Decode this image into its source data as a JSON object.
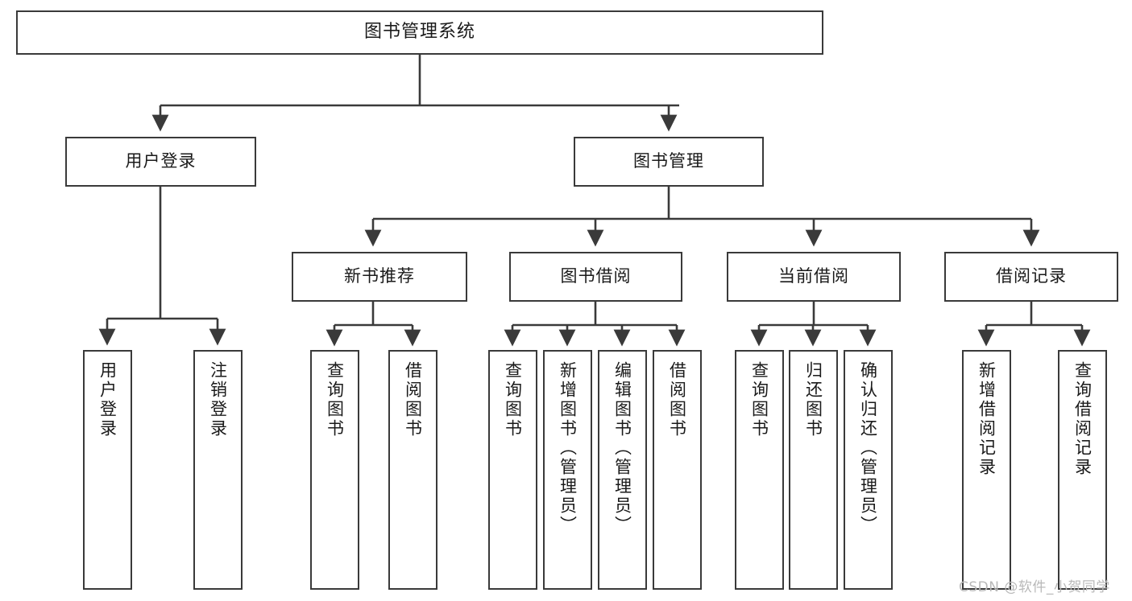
{
  "diagram": {
    "title": "图书管理系统",
    "type": "hierarchy-tree",
    "watermark": "CSDN @软件_小贺同学",
    "colors": {
      "border": "#3a3a3a",
      "background": "#ffffff",
      "text": "#1a1a1a",
      "edge": "#3a3a3a",
      "watermark": "#b9b9b9"
    }
  },
  "nodes": {
    "root": {
      "label": "图书管理系统",
      "level": 1
    },
    "level2": [
      {
        "id": "user-login",
        "label": "用户登录"
      },
      {
        "id": "book-manage",
        "label": "图书管理"
      }
    ],
    "level3": [
      {
        "id": "new-book-recommend",
        "label": "新书推荐",
        "parent": "book-manage"
      },
      {
        "id": "book-borrow",
        "label": "图书借阅",
        "parent": "book-manage"
      },
      {
        "id": "current-borrow",
        "label": "当前借阅",
        "parent": "book-manage"
      },
      {
        "id": "borrow-record",
        "label": "借阅记录",
        "parent": "book-manage"
      }
    ],
    "leaves": [
      {
        "id": "leaf-user-login",
        "label": "用户登录",
        "parent": "user-login"
      },
      {
        "id": "leaf-user-logout",
        "label": "注销登录",
        "parent": "user-login"
      },
      {
        "id": "leaf-query-book-1",
        "label": "查询图书",
        "parent": "new-book-recommend"
      },
      {
        "id": "leaf-borrow-book-1",
        "label": "借阅图书",
        "parent": "new-book-recommend"
      },
      {
        "id": "leaf-query-book-2",
        "label": "查询图书",
        "parent": "book-borrow"
      },
      {
        "id": "leaf-add-book",
        "label": "新增图书（管理员）",
        "parent": "book-borrow"
      },
      {
        "id": "leaf-edit-book",
        "label": "编辑图书（管理员）",
        "parent": "book-borrow"
      },
      {
        "id": "leaf-borrow-book-2",
        "label": "借阅图书",
        "parent": "book-borrow"
      },
      {
        "id": "leaf-query-book-3",
        "label": "查询图书",
        "parent": "current-borrow"
      },
      {
        "id": "leaf-return-book",
        "label": "归还图书",
        "parent": "current-borrow"
      },
      {
        "id": "leaf-confirm-return",
        "label": "确认归还（管理员）",
        "parent": "current-borrow"
      },
      {
        "id": "leaf-add-record",
        "label": "新增借阅记录",
        "parent": "borrow-record"
      },
      {
        "id": "leaf-query-record",
        "label": "查询借阅记录",
        "parent": "borrow-record"
      }
    ]
  }
}
